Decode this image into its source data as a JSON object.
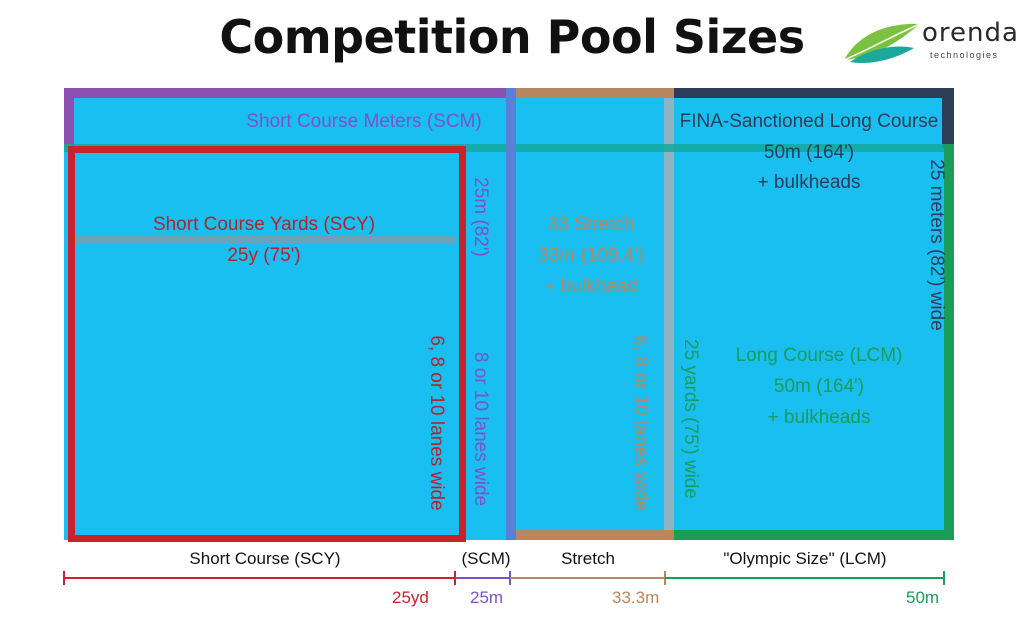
{
  "title": "Competition Pool Sizes",
  "logo": {
    "name": "orenda",
    "subtitle": "technologies",
    "icon": "leaf-icon"
  },
  "colors": {
    "water": "#1ABFF2",
    "scy": "#C8232B",
    "scm": "#7B52C9",
    "stretch": "#B9875F",
    "lcm": "#1A9C5A",
    "fina": "#2C3E57"
  },
  "labels": {
    "scm_top": "Short Course Meters (SCM)",
    "fina_line1": "FINA-Sanctioned Long Course",
    "fina_line2": "50m (164')",
    "fina_line3": "+ bulkheads",
    "fina_width": "25 meters (82') wide",
    "scy_line1": "Short Course Yards (SCY)",
    "scy_line2": "25y (75')",
    "scy_lanes": "6, 8 or 10 lanes wide",
    "scm_len": "25m (82')",
    "scm_lanes": "8 or 10 lanes wide",
    "stretch_line1": "33 Stretch",
    "stretch_line2": "33m (109.4')",
    "stretch_line3": "+ bulkhead",
    "stretch_lanes": "6, 8 or 10 lanes wide",
    "lcm_width": "25 yards (75') wide",
    "lcm_line1": "Long Course (LCM)",
    "lcm_line2": "50m (164')",
    "lcm_line3": "+ bulkheads"
  },
  "bottom": {
    "scy": "Short Course (SCY)",
    "scm": "(SCM)",
    "stretch": "Stretch",
    "lcm": "\"Olympic Size\" (LCM)"
  },
  "ruler": {
    "scy": "25yd",
    "scm": "25m",
    "stretch": "33.3m",
    "lcm": "50m"
  }
}
